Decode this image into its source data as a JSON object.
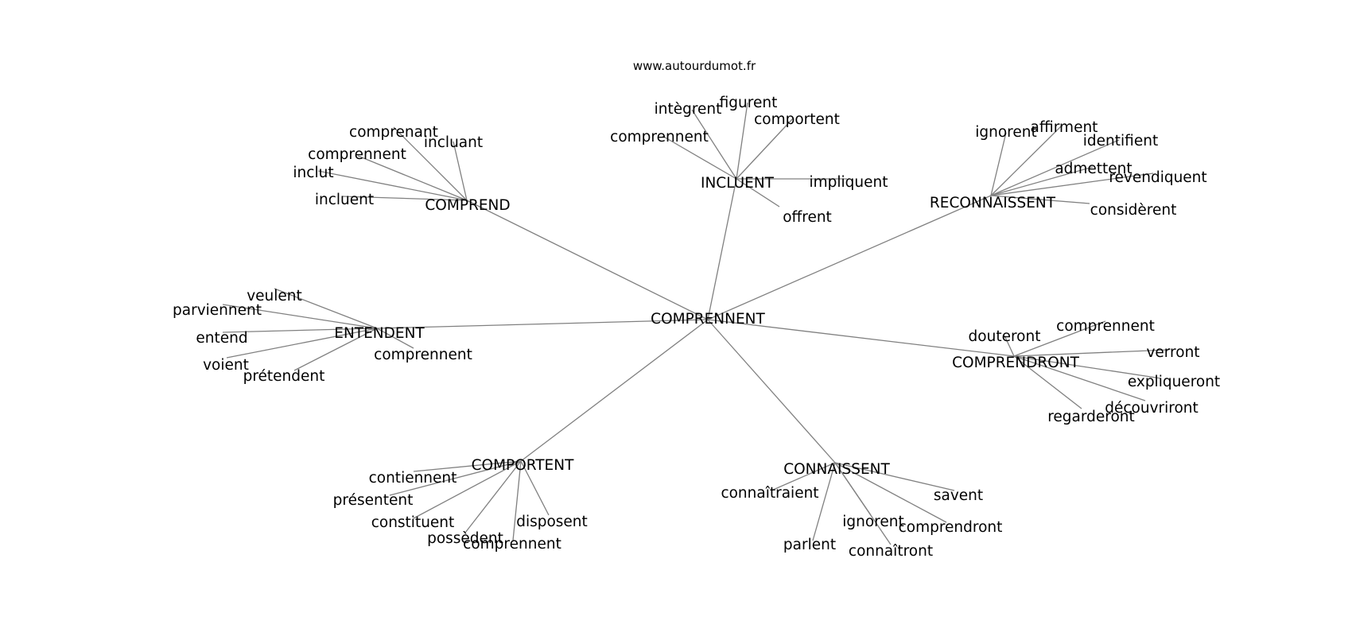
{
  "credit": "www.autourdumot.fr",
  "colors": {
    "edge": "#808080",
    "text": "#000000",
    "background": "#ffffff"
  },
  "graph": {
    "root": "COMPRENNENT",
    "clusters": [
      {
        "hub": "COMPREND",
        "leaves": [
          "comprenant",
          "incluant",
          "comprennent",
          "inclut",
          "incluent"
        ]
      },
      {
        "hub": "INCLUENT",
        "leaves": [
          "intègrent",
          "figurent",
          "comportent",
          "comprennent",
          "impliquent",
          "offrent"
        ]
      },
      {
        "hub": "RECONNAISSENT",
        "leaves": [
          "ignorent",
          "affirment",
          "identifient",
          "admettent",
          "revendiquent",
          "considèrent"
        ]
      },
      {
        "hub": "ENTENDENT",
        "leaves": [
          "veulent",
          "parviennent",
          "entend",
          "voient",
          "prétendent",
          "comprennent"
        ]
      },
      {
        "hub": "COMPRENDRONT",
        "leaves": [
          "douteront",
          "comprennent",
          "verront",
          "expliqueront",
          "découvriront",
          "regarderont"
        ]
      },
      {
        "hub": "COMPORTENT",
        "leaves": [
          "contiennent",
          "présentent",
          "constituent",
          "possèdent",
          "comprennent",
          "disposent"
        ]
      },
      {
        "hub": "CONNAISSENT",
        "leaves": [
          "connaîtraient",
          "savent",
          "ignorent",
          "comprendront",
          "parlent",
          "connaîtront"
        ]
      }
    ]
  }
}
